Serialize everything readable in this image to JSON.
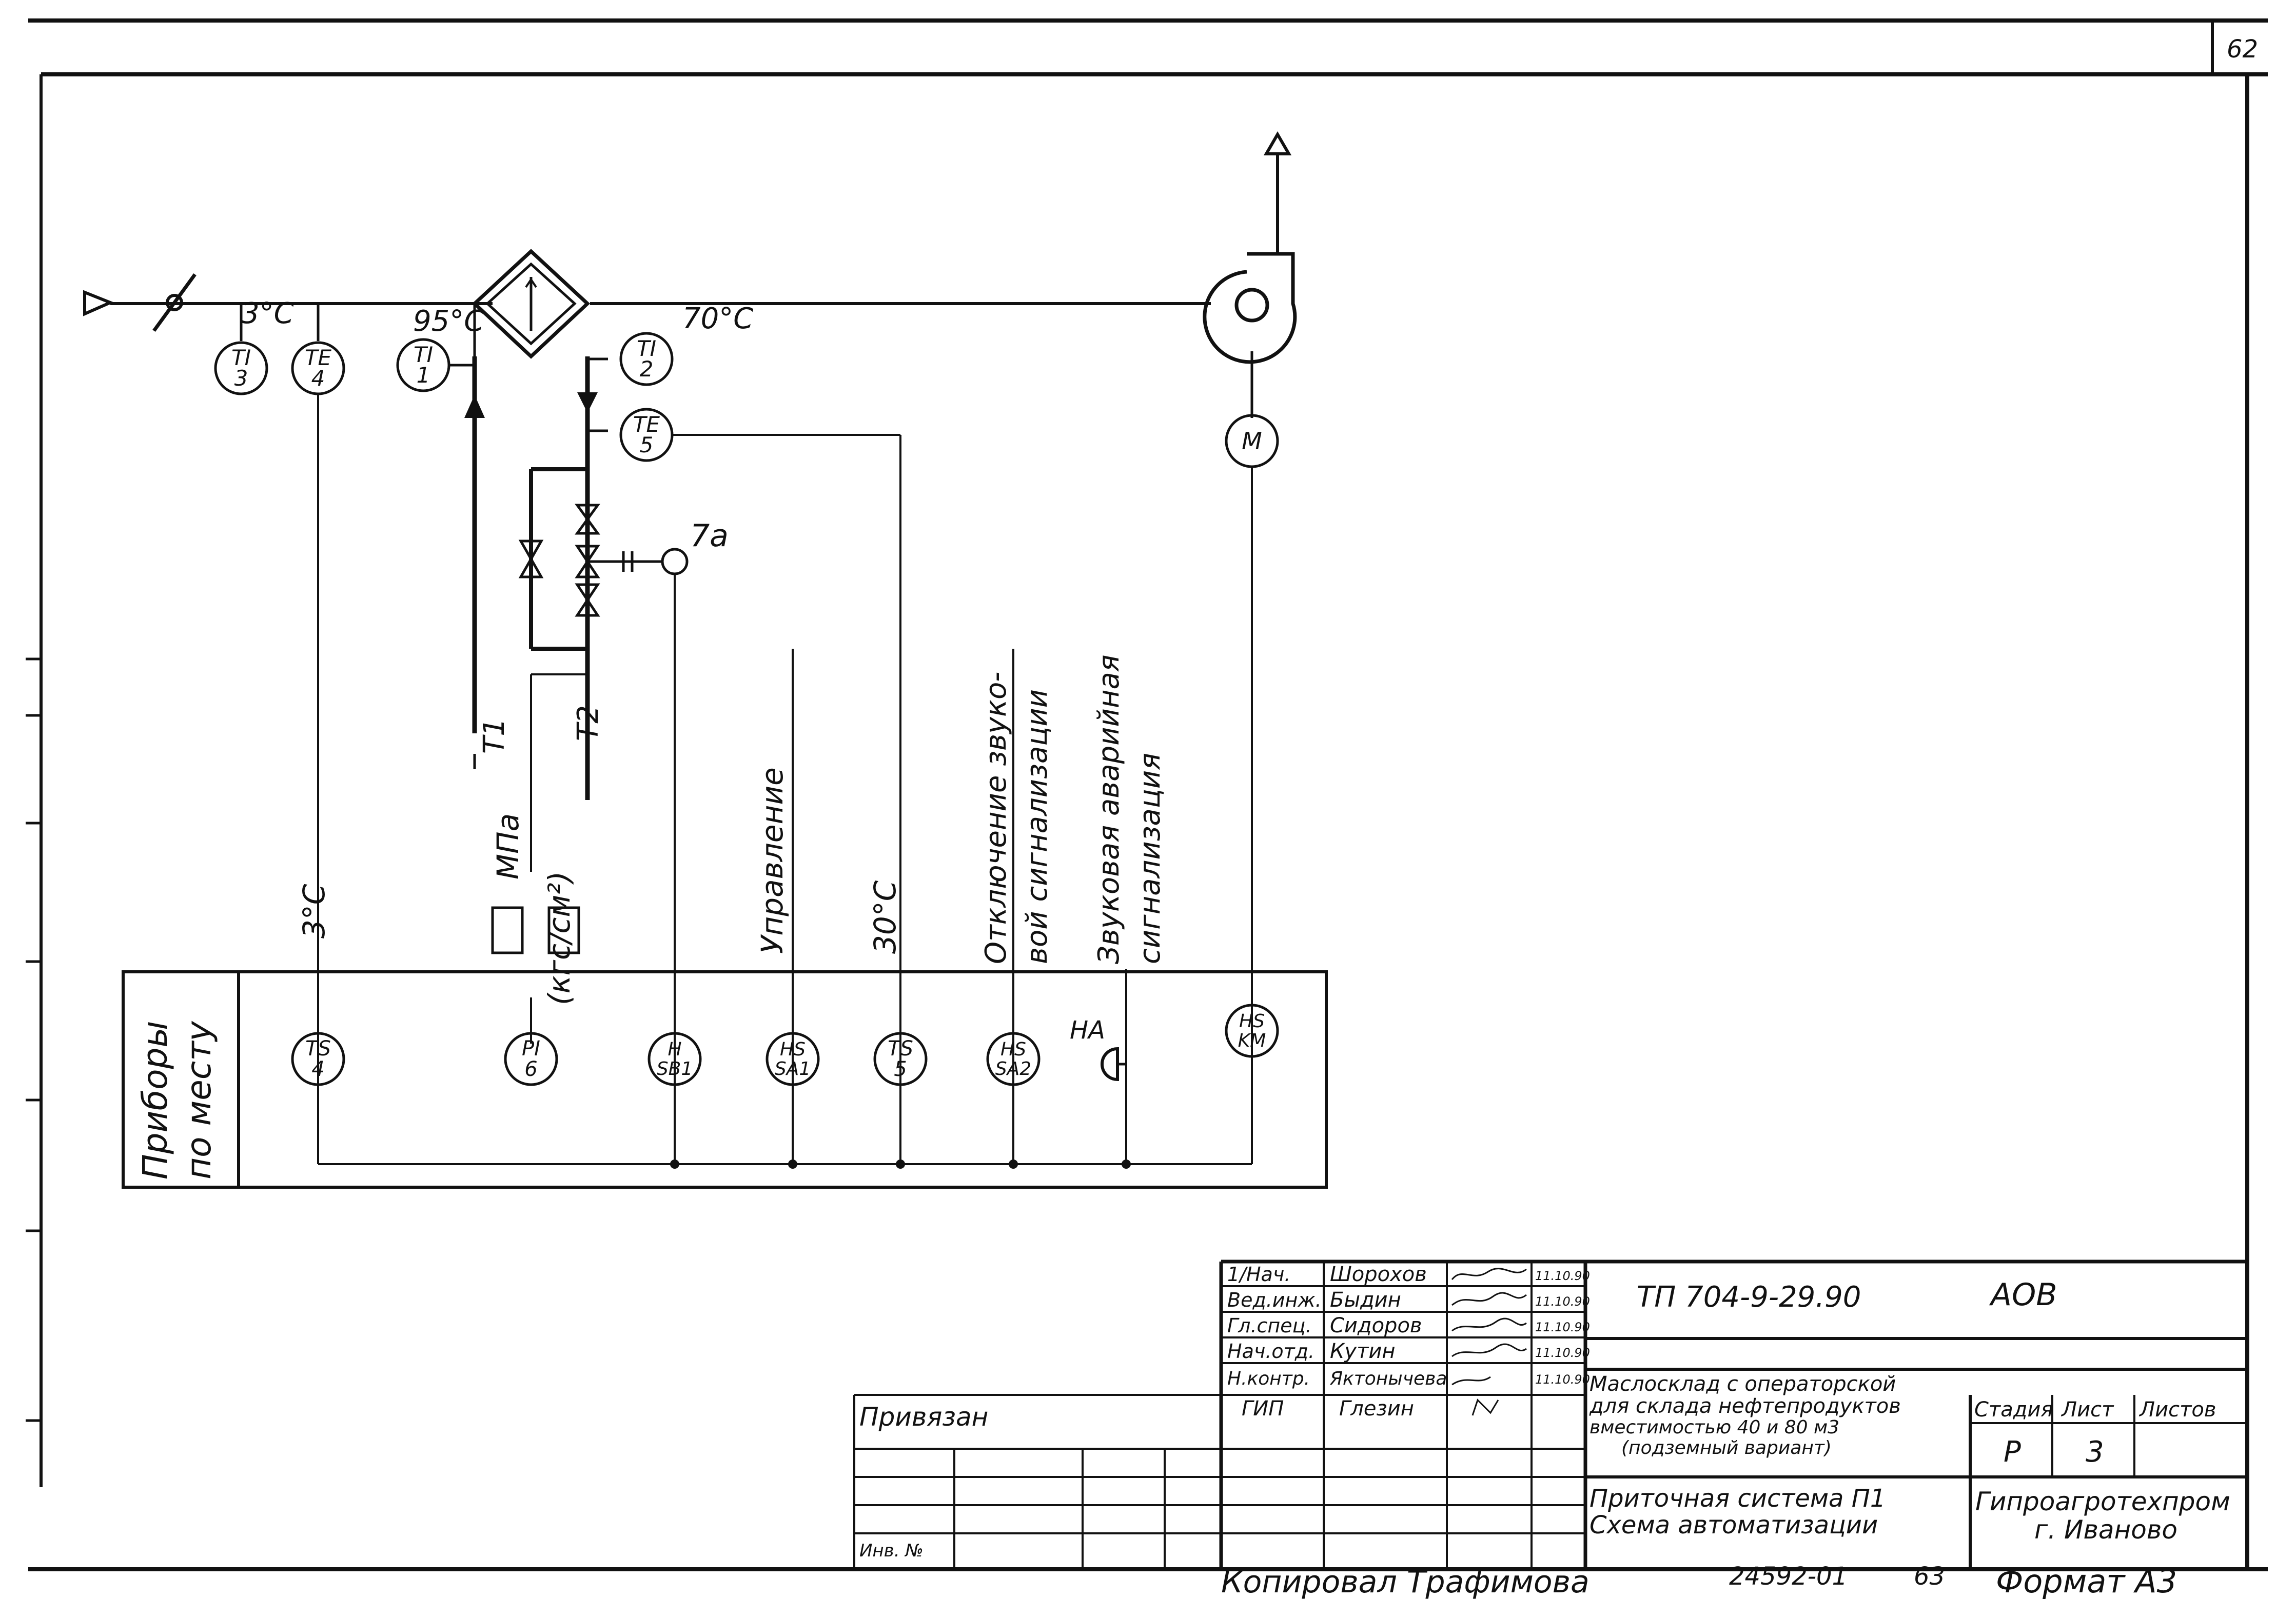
{
  "sheet": {
    "page_number": "62"
  },
  "diagram": {
    "temps": {
      "inlet": "3°C",
      "supply_hot": "95°C",
      "after_heater": "70°C"
    },
    "instruments": [
      {
        "id": "ti3",
        "top": "TI",
        "bottom": "3"
      },
      {
        "id": "te4",
        "top": "TE",
        "bottom": "4"
      },
      {
        "id": "ti1",
        "top": "TI",
        "bottom": "1"
      },
      {
        "id": "ti2",
        "top": "TI",
        "bottom": "2"
      },
      {
        "id": "te5",
        "top": "TE",
        "bottom": "5"
      },
      {
        "id": "motor",
        "top": "M",
        "bottom": ""
      }
    ],
    "valve_tag": "7a",
    "pipes": {
      "t1": "T1",
      "t2": "T2"
    },
    "vertical_labels": {
      "temp1": "3°C",
      "pressure_mpa": "МПа",
      "pressure_kgf": "(кгс/см²)",
      "control": "Управление",
      "temp2": "30°C",
      "sound_off_1": "Отключение звуко-",
      "sound_off_2": "вой сигнализации",
      "alarm_1": "Звуковая аварийная",
      "alarm_2": "сигнализация"
    },
    "panel": {
      "title_1": "Приборы",
      "title_2": "по месту",
      "devices": [
        {
          "id": "ts4",
          "top": "TS",
          "bottom": "4"
        },
        {
          "id": "pi6",
          "top": "PI",
          "bottom": "6"
        },
        {
          "id": "hsb1",
          "top": "H",
          "bottom": "SB1"
        },
        {
          "id": "hsa1",
          "top": "HS",
          "bottom": "SA1"
        },
        {
          "id": "ts5",
          "top": "TS",
          "bottom": "5"
        },
        {
          "id": "hsa2",
          "top": "HS",
          "bottom": "SA2"
        },
        {
          "id": "hskm",
          "top": "HS",
          "bottom": "KM"
        }
      ],
      "horn": "HA"
    }
  },
  "title_block": {
    "roles": [
      "1/Нач.",
      "Вед.инж.",
      "Гл.спец.",
      "Нач.отд.",
      "Н.контр.",
      "ГИП"
    ],
    "names": [
      "Шорохов",
      "Быдин",
      "Сидоров",
      "Кутин",
      "Яктонычева",
      "Глезин"
    ],
    "dates": [
      "11.10.90",
      "11.10.90",
      "11.10.90",
      "11.10.90",
      "11.10.90",
      ""
    ],
    "doc_code": "ТП 704-9-29.90",
    "section": "АОВ",
    "object_lines": [
      "Маслосклад с операторской",
      "для склада нефтепродуктов",
      "вместимостью 40 и 80 м3",
      "(подземный вариант)"
    ],
    "sheet_lines": [
      "Приточная система П1",
      "Схема автоматизации"
    ],
    "stage_label": "Стадия",
    "sheet_label": "Лист",
    "sheets_label": "Листов",
    "stage": "Р",
    "sheet": "3",
    "org_1": "Гипроагротехпром",
    "org_2": "г. Иваново",
    "bound": "Привязан",
    "inv": "Инв. №"
  },
  "footer": {
    "copied": "Копировал Трафимова",
    "number": "24592-01",
    "page": "63",
    "format": "Формат А3"
  }
}
